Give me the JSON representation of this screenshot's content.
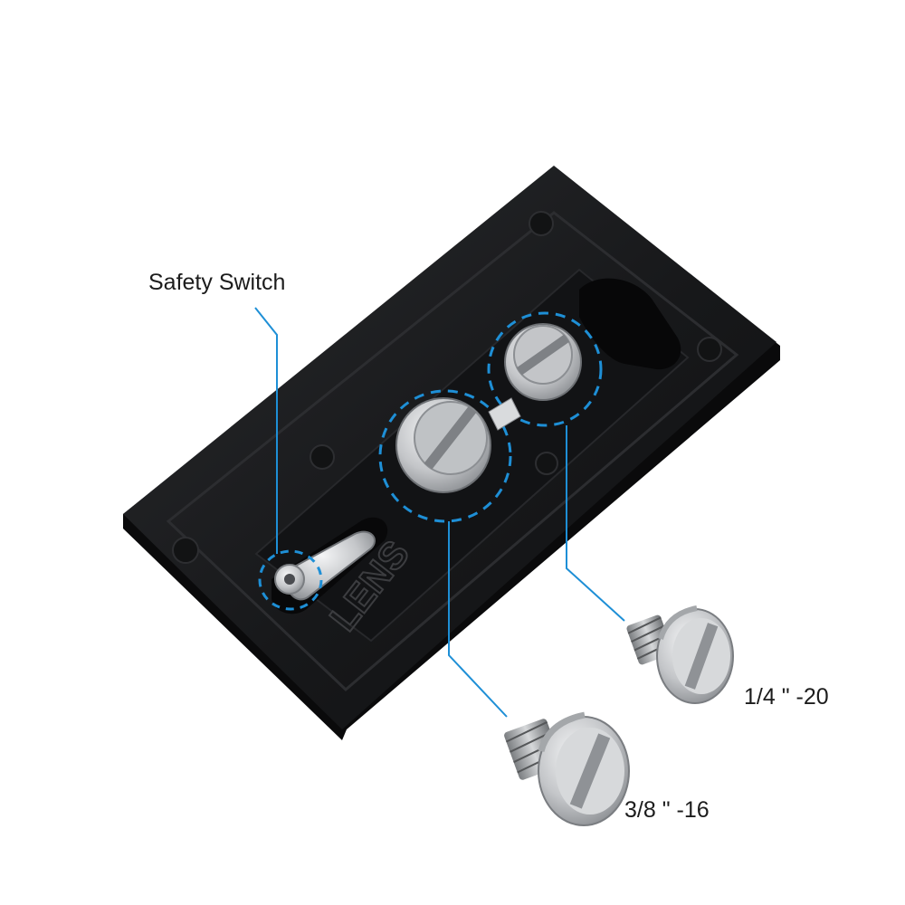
{
  "labels": {
    "safety_switch": "Safety Switch",
    "screw_quarter": "1/4 \" -20",
    "screw_three_eighths": "3/8 \" -16"
  },
  "engraving": {
    "brand_mark": "LENS"
  },
  "colors": {
    "background": "#ffffff",
    "plate": "#18191b",
    "callout": "#1e8fd6",
    "metal": "#c9cbce",
    "label_text": "#1c1c1c"
  },
  "icons": {
    "callout_circle": "dashed-circle-icon",
    "screw": "slotted-d-ring-screw-icon"
  }
}
